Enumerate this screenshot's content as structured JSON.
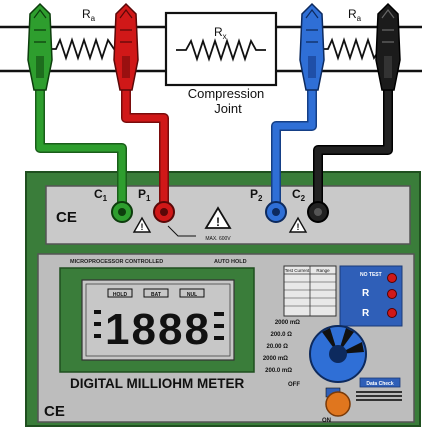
{
  "diagram": {
    "resistors": {
      "left": "R",
      "left_sub": "a",
      "center": "R",
      "center_sub": "x",
      "right": "R",
      "right_sub": "a"
    },
    "joint_label_line1": "Compression",
    "joint_label_line2": "Joint",
    "terminals": {
      "c1": "C",
      "c1_sub": "1",
      "p1": "P",
      "p1_sub": "1",
      "p2": "P",
      "p2_sub": "2",
      "c2": "C",
      "c2_sub": "2"
    },
    "max_label": "MAX. 600V",
    "ce_mark": "CE",
    "ce_mark_bottom": "CE"
  },
  "meter": {
    "header_left": "MICROPROCESSOR CONTROLLED",
    "header_right": "AUTO HOLD",
    "title": "DIGITAL MILLIOHM METER",
    "display_digits": "1888",
    "display_segments": [
      "HOLD",
      "BAT",
      "NUL"
    ],
    "table_headers": [
      "Test Current",
      "Range"
    ],
    "buttons": [
      "NO TEST",
      "R",
      "R"
    ],
    "range_labels": [
      "2000 mΩ",
      "200.0 Ω",
      "20.00 Ω",
      "2000 mΩ",
      "200.0 mΩ",
      "OFF"
    ],
    "badge_label": "Data Check",
    "on_label": "ON"
  },
  "colors": {
    "panel_green": "#3a7d3a",
    "face_gray": "#bdbdbd",
    "lead_green": "#2e9e2e",
    "lead_red": "#d01818",
    "lead_blue": "#2f6fd6",
    "lead_black": "#111111",
    "start_button": "#e0761e"
  }
}
